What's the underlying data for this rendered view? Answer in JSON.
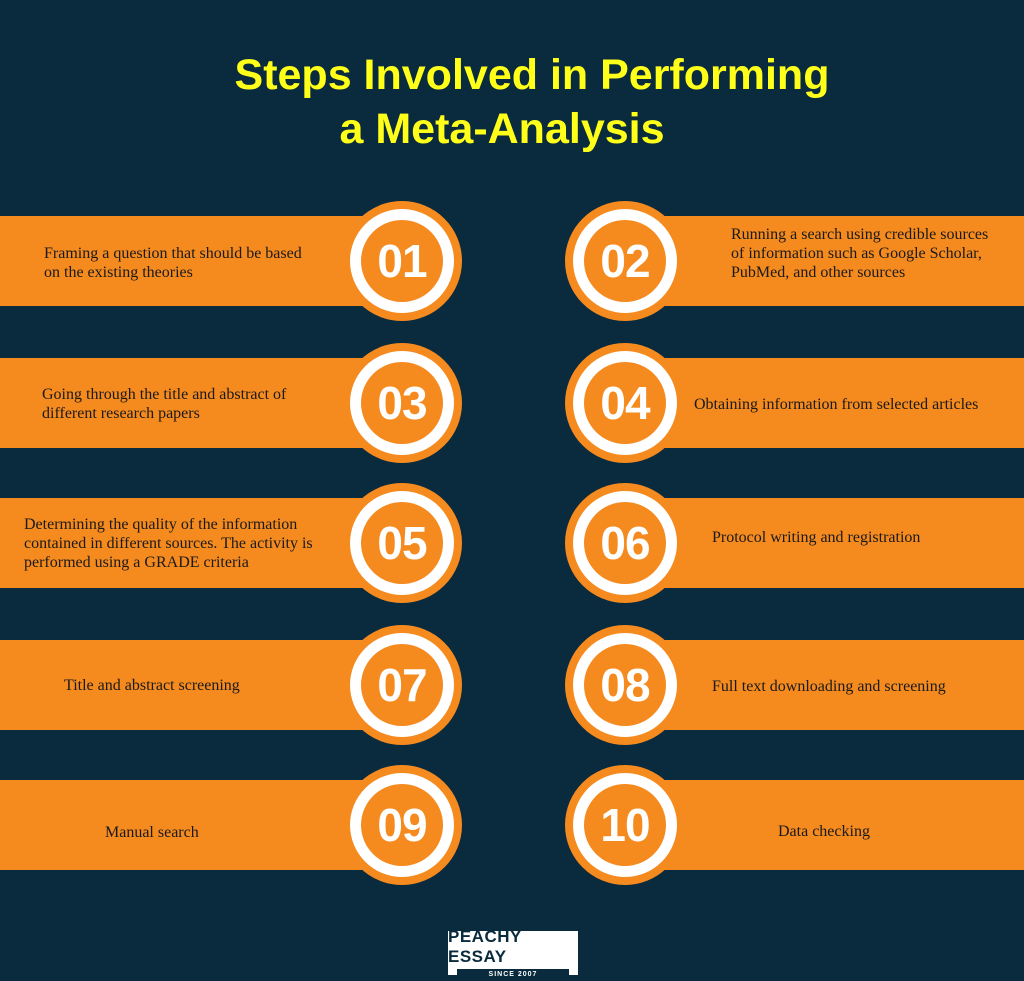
{
  "title": {
    "line1": "Steps Involved in Performing",
    "line2": "a Meta-Analysis"
  },
  "steps": [
    {
      "number": "01",
      "text": "Framing a question that should be based on the existing theories"
    },
    {
      "number": "02",
      "text": "Running a search using credible sources of information such as Google Scholar, PubMed, and other sources"
    },
    {
      "number": "03",
      "text": "Going through the title and abstract of different research papers"
    },
    {
      "number": "04",
      "text": "Obtaining information from selected articles"
    },
    {
      "number": "05",
      "text": "Determining the quality of the information contained in different sources. The activity is performed using a GRADE criteria"
    },
    {
      "number": "06",
      "text": "Protocol writing and registration"
    },
    {
      "number": "07",
      "text": "Title and abstract screening"
    },
    {
      "number": "08",
      "text": "Full text downloading and screening"
    },
    {
      "number": "09",
      "text": "Manual search"
    },
    {
      "number": "10",
      "text": "Data checking"
    }
  ],
  "logo": {
    "name": "PEACHY ESSAY",
    "tagline": "SINCE 2007"
  },
  "colors": {
    "background": "#0a2a3d",
    "accent": "#f58a1f",
    "title": "#ffff1a"
  }
}
